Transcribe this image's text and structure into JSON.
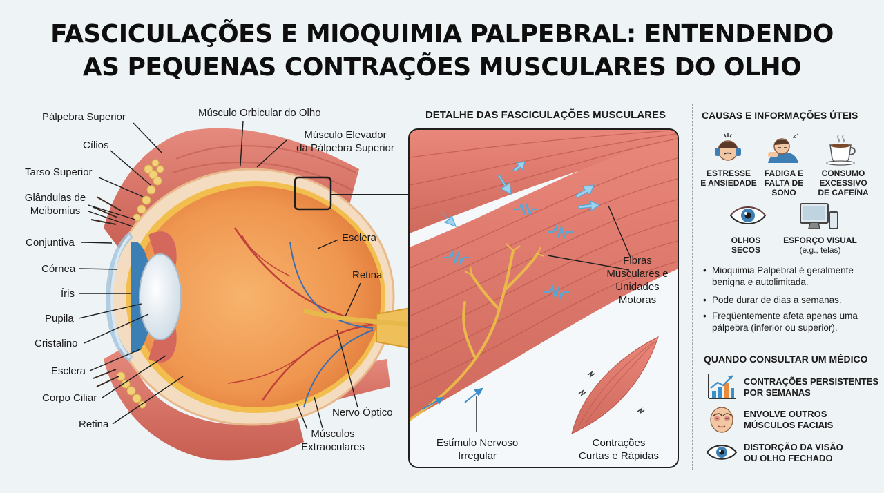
{
  "title": {
    "line1": "FASCICULAÇÕES E MIOQUIMIA PALPEBRAL: ENTENDENDO",
    "line2": "AS PEQUENAS CONTRAÇÕES MUSCULARES DO OLHO"
  },
  "eye_labels": {
    "palpebra_superior": "Pálpebra Superior",
    "cilios": "Cílios",
    "tarso_superior": "Tarso Superior",
    "glandulas_l1": "Glândulas de",
    "glandulas_l2": "Meibomius",
    "conjuntiva": "Conjuntiva",
    "cornea": "Córnea",
    "iris": "Íris",
    "pupila": "Pupila",
    "cristalino": "Cristalino",
    "esclera_left": "Esclera",
    "corpo_ciliar": "Corpo Ciliar",
    "retina_left": "Retina",
    "musculo_orbicular": "Músculo Orbicular do Olho",
    "musculo_elevador_l1": "Músculo Elevador",
    "musculo_elevador_l2": "da Pálpebra Superior",
    "esclera_right": "Esclera",
    "retina_right": "Retina",
    "nervo_optico": "Nervo Óptico",
    "musculos_extra_l1": "Músculos",
    "musculos_extra_l2": "Extraoculares"
  },
  "detail": {
    "heading": "DETALHE DAS FASCICULAÇÕES MUSCULARES",
    "fibras_l1": "Fibras",
    "fibras_l2": "Musculares e",
    "fibras_l3": "Unidades",
    "fibras_l4": "Motoras",
    "estimulo_l1": "Estímulo Nervoso",
    "estimulo_l2": "Irregular",
    "contracoes_l1": "Contrações",
    "contracoes_l2": "Curtas e Rápidas"
  },
  "causes": {
    "heading": "CAUSAS E INFORMAÇÕES ÚTEIS",
    "items": [
      {
        "l1": "ESTRESSE",
        "l2": "E ANSIEDADE",
        "l3": "",
        "icon": "stress-icon"
      },
      {
        "l1": "FADIGA E",
        "l2": "FALTA DE",
        "l3": "SONO",
        "icon": "sleep-icon"
      },
      {
        "l1": "CONSUMO",
        "l2": "EXCESSIVO",
        "l3": "DE CAFEÍNA",
        "icon": "coffee-icon"
      },
      {
        "l1": "OLHOS",
        "l2": "SECOS",
        "l3": "",
        "icon": "eye-icon"
      },
      {
        "l1": "ESFORÇO VISUAL",
        "l2": "(e.g., telas)",
        "l3": "",
        "icon": "screen-icon"
      }
    ],
    "bullets": [
      {
        "l1": "Mioquimia Palpebral é geralmente",
        "l2": "benigna e autolimitada."
      },
      {
        "l1": "Pode durar de dias a semanas.",
        "l2": ""
      },
      {
        "l1": "Freqüentemente afeta apenas uma",
        "l2": "pálpebra (inferior ou superior)."
      }
    ]
  },
  "doctor": {
    "heading": "QUANDO CONSULTAR UM MÉDICO",
    "items": [
      {
        "l1": "CONTRAÇÕES PERSISTENTES",
        "l2": "POR SEMANAS",
        "icon": "chart-up-icon"
      },
      {
        "l1": "ENVOLVE OUTROS",
        "l2": "MÚSCULOS FACIAIS",
        "icon": "face-icon"
      },
      {
        "l1": "DISTORÇÃO DA VISÃO",
        "l2": "OU OLHO FECHADO",
        "icon": "eye-icon"
      }
    ]
  },
  "colors": {
    "muscle": "#d9766a",
    "sclera": "#f6c9a0",
    "iris": "#3b7fb5",
    "nerve": "#e8b94a",
    "accent_blue": "#3d8fc9"
  }
}
